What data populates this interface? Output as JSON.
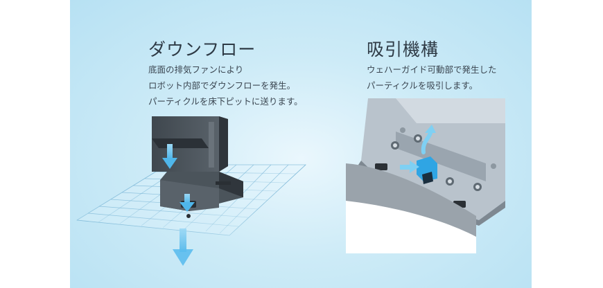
{
  "left": {
    "title": "ダウンフロー",
    "lines": [
      "底面の排気ファンにより",
      "ロボット内部でダウンフローを発生。",
      "パーティクルを床下ピットに送ります。"
    ]
  },
  "right": {
    "title": "吸引機構",
    "lines": [
      "ウェハーガイド可動部で発生した",
      "パーティクルを吸引します。"
    ]
  },
  "colors": {
    "background": "#c6e8f6",
    "arrow": "#6ec6ef",
    "robot_body": "#4a5259",
    "plate": "#b9c3cc",
    "slider": "#2fa5e4"
  }
}
